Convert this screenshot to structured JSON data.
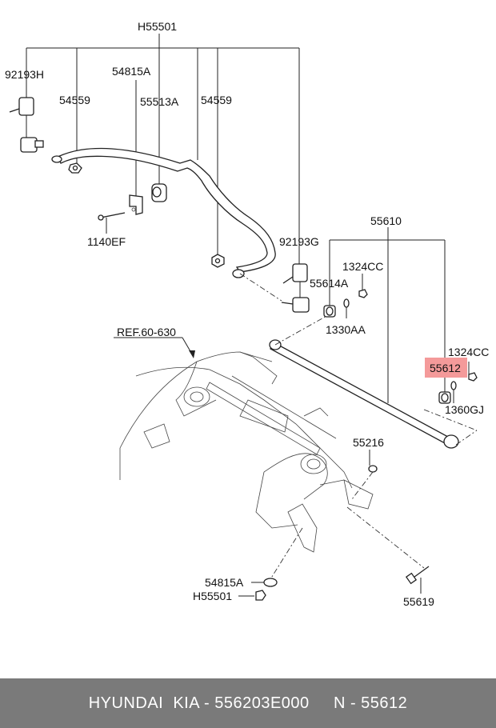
{
  "diagram": {
    "labels": {
      "h55501_top": "H55501",
      "l92193h": "92193H",
      "l54815a_top": "54815A",
      "l54559_left": "54559",
      "l55513a": "55513A",
      "l54559_right": "54559",
      "l1140ef": "1140EF",
      "l92193g": "92193G",
      "l55610": "55610",
      "l1324cc_a": "1324CC",
      "l55614a": "55614A",
      "l1330aa": "1330AA",
      "ref": "REF.60-630",
      "l1324cc_b": "1324CC",
      "l55612": "55612",
      "l1360gj": "1360GJ",
      "l55216": "55216",
      "l54815a_bottom": "54815A",
      "h55501_bottom": "H55501",
      "l55619": "55619"
    },
    "highlight_color": "#f49a9a"
  },
  "footer": {
    "text": "HYUNDAI  KIA - 556203E000     N - 55612"
  }
}
